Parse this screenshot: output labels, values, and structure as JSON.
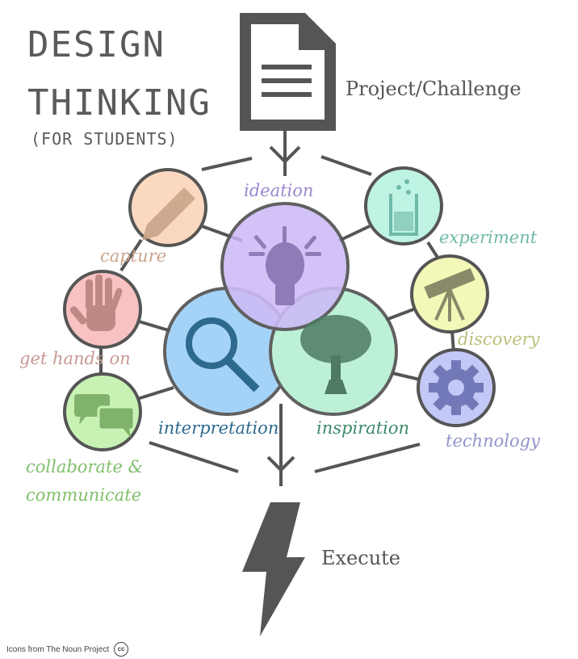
{
  "title": {
    "line1": "DESIGN",
    "line2": "THINKING",
    "line3": "(FOR STUDENTS)"
  },
  "top": {
    "label": "Project/Challenge",
    "icon": "document-icon"
  },
  "bottom": {
    "label": "Execute",
    "icon": "lightning-icon"
  },
  "nodes": [
    {
      "id": "ideation",
      "label": "ideation",
      "icon": "lightbulb-icon",
      "color": "#c9b6f5",
      "text_color": "#9b86cf"
    },
    {
      "id": "interpretation",
      "label": "interpretation",
      "icon": "magnifier-icon",
      "color": "#9fd0f7",
      "text_color": "#2e6a8f"
    },
    {
      "id": "inspiration",
      "label": "inspiration",
      "icon": "tree-icon",
      "color": "#b8f0d6",
      "text_color": "#3c8a6a"
    },
    {
      "id": "capture",
      "label": "capture",
      "icon": "pencil-icon",
      "color": "#fbd9c0",
      "text_color": "#c9a48a"
    },
    {
      "id": "experiment",
      "label": "experiment",
      "icon": "beaker-icon",
      "color": "#bff3e3",
      "text_color": "#6fb9a8"
    },
    {
      "id": "get-hands-on",
      "label": "get hands on",
      "icon": "hand-icon",
      "color": "#f8c2c2",
      "text_color": "#c79a94"
    },
    {
      "id": "discovery",
      "label": "discovery",
      "icon": "telescope-icon",
      "color": "#f3f7b7",
      "text_color": "#bcc07a"
    },
    {
      "id": "collaborate",
      "label": "collaborate &",
      "label2": "communicate",
      "icon": "chat-bubbles-icon",
      "color": "#c7f2b4",
      "text_color": "#7fbf6b"
    },
    {
      "id": "technology",
      "label": "technology",
      "icon": "gear-icon",
      "color": "#c3c8f6",
      "text_color": "#8f95c9"
    }
  ],
  "credit": {
    "text": "Icons from The Noun Project",
    "badge": "cc"
  }
}
